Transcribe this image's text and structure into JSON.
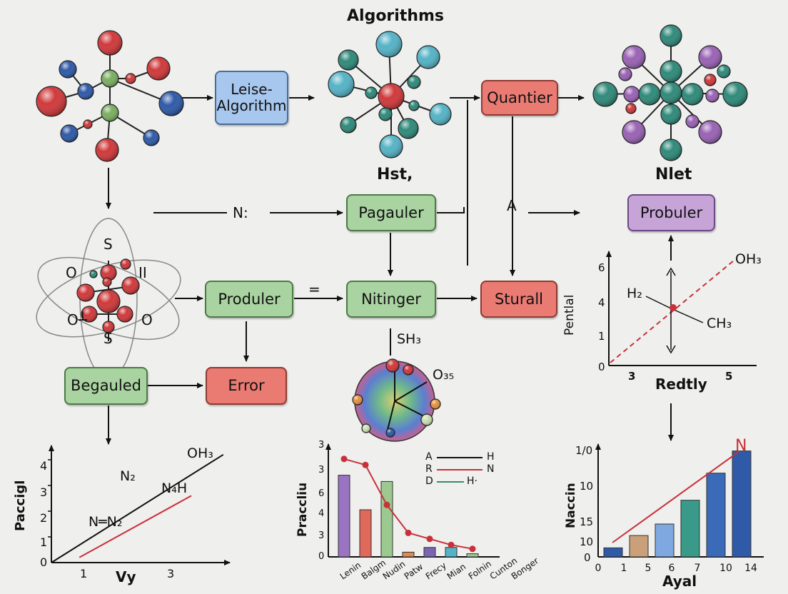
{
  "title": "Algorithms",
  "captions": {
    "hst": "Hst,",
    "nlet": "Nlet"
  },
  "boxes": {
    "leise": "Leise-Algorithm",
    "quantier": "Quantier",
    "pagauler": "Pagauler",
    "probuler": "Probuler",
    "produler": "Produler",
    "nitinger": "Nitinger",
    "sturall": "Sturall",
    "begauled": "Begauled",
    "error": "Error"
  },
  "edge_labels": {
    "n": "N:",
    "a": "A",
    "eq": "="
  },
  "atom": {
    "labels": [
      "S",
      "O",
      "II",
      "O┴",
      "O",
      "S"
    ]
  },
  "wheel": {
    "labels": [
      "SH₃",
      "O₃₅"
    ]
  },
  "colors": {
    "red": "#d0393b",
    "blue": "#2f5aa8",
    "green": "#7aaf62",
    "teal": "#2f8a7a",
    "cyan": "#55b3c6",
    "purple": "#9a62b5",
    "line_red": "#c8313a"
  },
  "molecule_chart": {
    "ylabel": "Pentlal",
    "xlabel": "Redtly",
    "yticks": [
      "6",
      "4",
      "1",
      "0"
    ],
    "xticks": [
      "3",
      "5"
    ],
    "labels": [
      "OH₃",
      "H₂",
      "CH₃"
    ]
  },
  "chart_data": [
    {
      "type": "line",
      "ylabel": "Paccigl",
      "xlabel": "Vy",
      "xticks": [
        "1",
        "3"
      ],
      "yticks": [
        "4",
        "3",
        "2",
        "1",
        "0"
      ],
      "annotations": [
        "OH₃",
        "N₂",
        "N₄H",
        "N═N₂"
      ],
      "series": [
        {
          "color": "#111111",
          "x": [
            0,
            4.3
          ],
          "y": [
            0,
            4.2
          ]
        },
        {
          "color": "#c8313a",
          "x": [
            0.7,
            3.5
          ],
          "y": [
            0.2,
            2.6
          ]
        }
      ]
    },
    {
      "type": "bar",
      "ylabel": "Praccliu",
      "yticks": [
        "3",
        "3",
        "6",
        "4",
        "3",
        "0"
      ],
      "categories": [
        "Lenin",
        "Balgm",
        "Nudin",
        "Patw",
        "Frecy",
        "Mian",
        "Folnin",
        "Cunton",
        "Bonger"
      ],
      "values": [
        5.2,
        3.0,
        4.8,
        0.3,
        0.6,
        0.6,
        0.2
      ],
      "bar_colors": [
        "#9a74c2",
        "#df6a5c",
        "#9bc990",
        "#df8a52",
        "#7a65b3",
        "#55b3c6",
        "#9bc990"
      ],
      "line_values": [
        4.9,
        4.6,
        2.6,
        1.2,
        0.9,
        0.6,
        0.4
      ],
      "legend": [
        {
          "left": "A",
          "right": "H",
          "color": "#111111"
        },
        {
          "left": "R",
          "right": "N",
          "color": "#c8313a"
        },
        {
          "left": "D",
          "right": "H·",
          "color": "#3a8a6a"
        }
      ]
    },
    {
      "type": "bar",
      "ylabel": "Naccin",
      "xlabel": "Ayal",
      "yticks": [
        "1/0",
        "10",
        "15",
        "10",
        "0"
      ],
      "xticks": [
        "0",
        "1",
        "5",
        "6",
        "7",
        "10",
        "14"
      ],
      "values": [
        1.1,
        2.6,
        4.0,
        6.9,
        10.2,
        12.9
      ],
      "bar_colors": [
        "#2f5aa8",
        "#c9a07a",
        "#7fa8e0",
        "#3a9a8a",
        "#3a6ab8",
        "#2f5aa8"
      ],
      "trend_label": "N"
    }
  ]
}
